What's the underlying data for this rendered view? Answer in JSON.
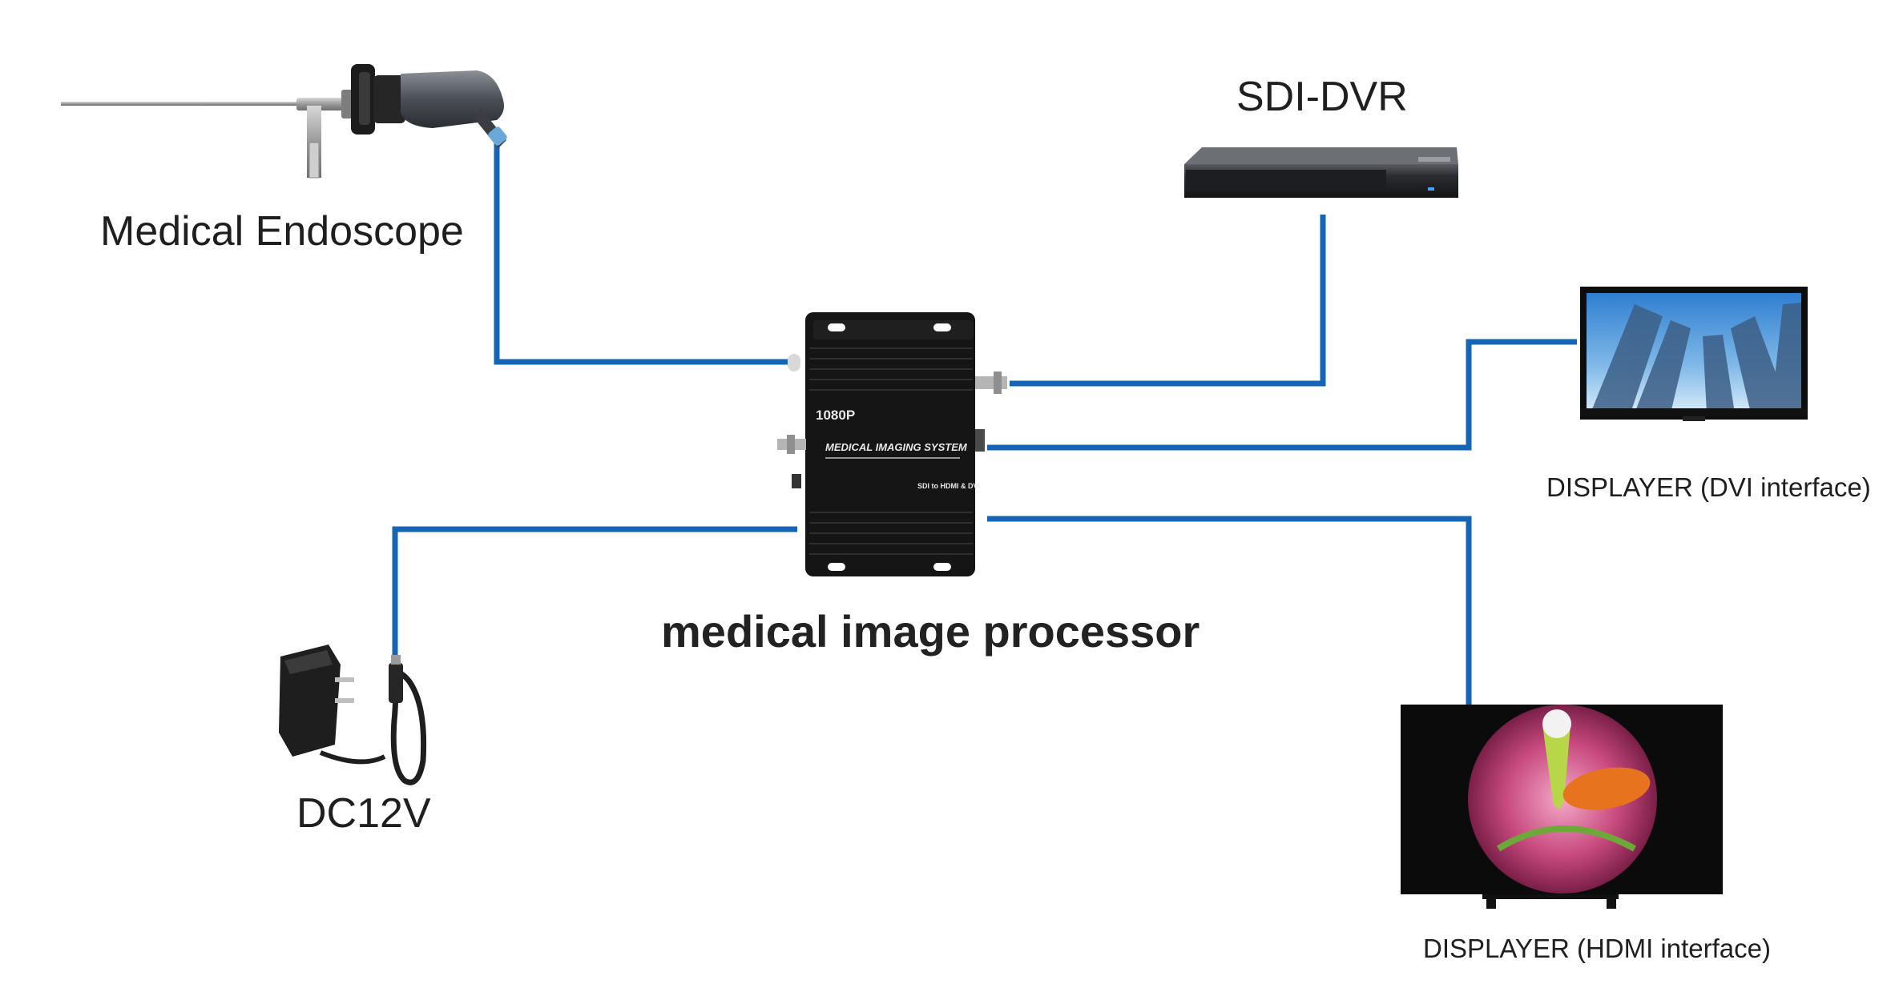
{
  "colors": {
    "cable": "#1565b4",
    "device_body": "#151515",
    "background": "#ffffff"
  },
  "devices": {
    "endoscope": {
      "label": "Medical Endoscope"
    },
    "dvr": {
      "label": "SDI-DVR"
    },
    "monitor_dvi": {
      "label": "DISPLAYER (DVI interface)"
    },
    "processor": {
      "label": "medical image processor",
      "badge": "1080P",
      "panel_text": "MEDICAL IMAGING SYSTEM",
      "panel_subtext": "SDI to HDMI & DVI"
    },
    "power_adapter": {
      "label": "DC12V"
    },
    "monitor_hdmi": {
      "label": "DISPLAYER (HDMI interface)"
    }
  }
}
